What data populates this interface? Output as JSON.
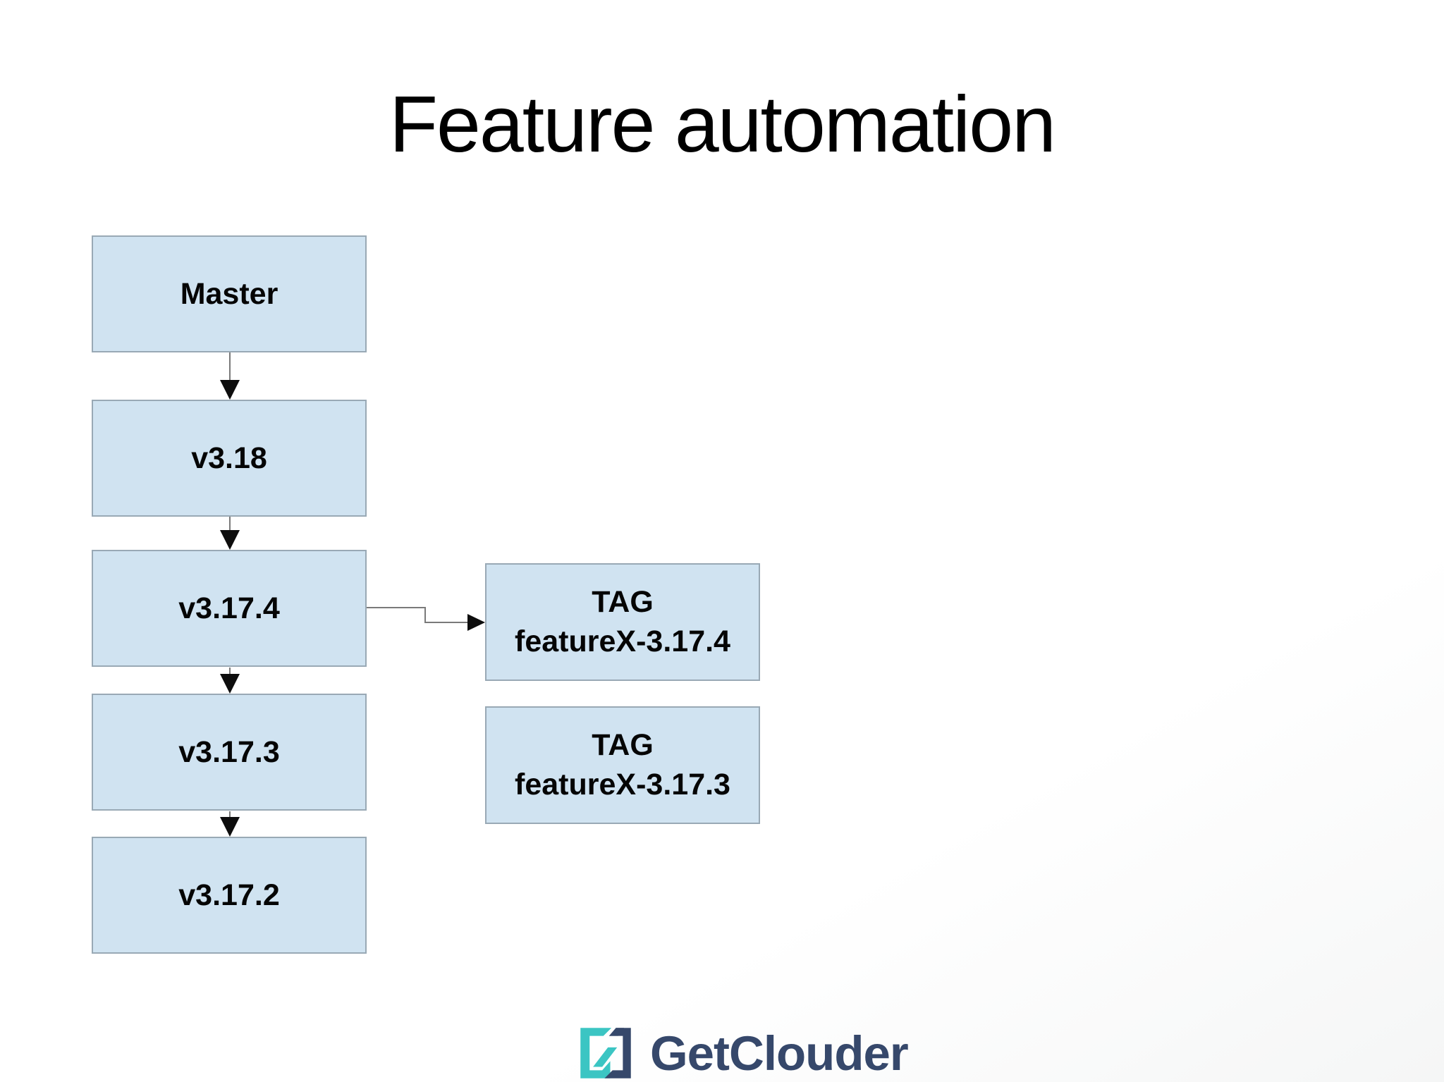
{
  "slide": {
    "title": "Feature automation"
  },
  "diagram": {
    "branch_nodes": [
      {
        "label": "Master"
      },
      {
        "label": "v3.18"
      },
      {
        "label": "v3.17.4"
      },
      {
        "label": "v3.17.3"
      },
      {
        "label": "v3.17.2"
      }
    ],
    "tag_nodes": [
      {
        "line1": "TAG",
        "line2": "featureX-3.17.4"
      },
      {
        "line1": "TAG",
        "line2": "featureX-3.17.3"
      }
    ],
    "edges": [
      {
        "from": "Master",
        "to": "v3.18",
        "style": "down-arrow"
      },
      {
        "from": "v3.18",
        "to": "v3.17.4",
        "style": "down-arrow"
      },
      {
        "from": "v3.17.4",
        "to": "v3.17.3",
        "style": "down-arrow"
      },
      {
        "from": "v3.17.3",
        "to": "v3.17.2",
        "style": "down-arrow"
      },
      {
        "from": "v3.17.4",
        "to": "TAG featureX-3.17.4",
        "style": "elbow-right-arrow"
      }
    ]
  },
  "footer": {
    "brand": "GetClouder",
    "logo_icon": "getclouder-g-icon"
  },
  "colors": {
    "node_fill": "#d0e3f1",
    "node_border": "#99a9b5",
    "connector_line": "#7a7a7a",
    "arrowhead": "#0d0d0d",
    "title_text": "#000000",
    "brand_navy": "#36486b",
    "brand_teal": "#3bc5c3"
  }
}
